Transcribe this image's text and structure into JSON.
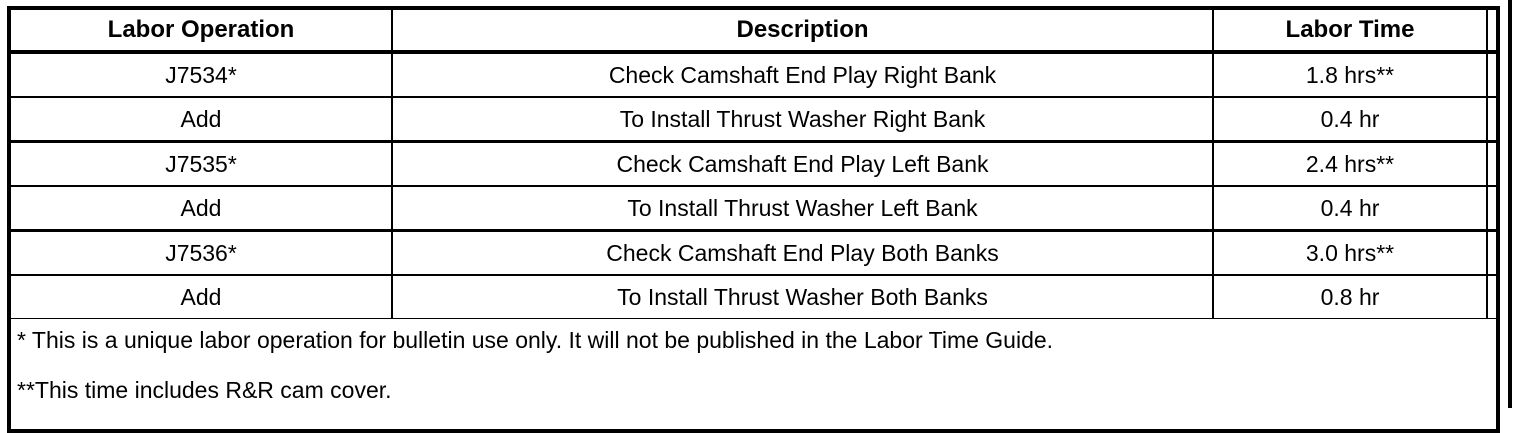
{
  "table": {
    "columns": [
      "Labor Operation",
      "Description",
      "Labor Time",
      ""
    ],
    "rows": [
      {
        "operation": "J7534*",
        "description": "Check Camshaft End Play Right Bank",
        "labor_time": "1.8 hrs**",
        "extra": ""
      },
      {
        "operation": "Add",
        "description": "To Install Thrust Washer Right Bank",
        "labor_time": "0.4 hr",
        "extra": ""
      },
      {
        "operation": "J7535*",
        "description": "Check Camshaft End Play Left Bank",
        "labor_time": "2.4 hrs**",
        "extra": ""
      },
      {
        "operation": "Add",
        "description": "To Install Thrust Washer Left Bank",
        "labor_time": "0.4 hr",
        "extra": ""
      },
      {
        "operation": "J7536*",
        "description": "Check Camshaft End Play Both Banks",
        "labor_time": "3.0 hrs**",
        "extra": ""
      },
      {
        "operation": "Add",
        "description": "To Install Thrust Washer Both Banks",
        "labor_time": "0.8 hr",
        "extra": ""
      }
    ],
    "footnotes": [
      "* This is a unique labor operation for bulletin use only. It will not be published in the Labor Time Guide.",
      "**This time includes R&R cam cover."
    ]
  },
  "colors": {
    "ink": "#000000",
    "paper": "#ffffff"
  }
}
